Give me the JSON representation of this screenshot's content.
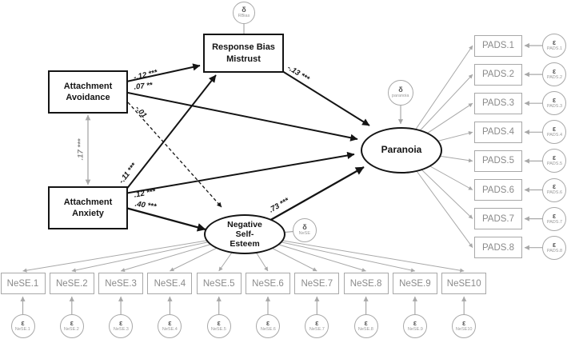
{
  "colors": {
    "structural": "#141414",
    "measurement": "#a8a8a8",
    "measurement_text": "#8a8a8a"
  },
  "nodes": {
    "attachment_avoidance": {
      "line1": "Attachment",
      "line2": "Avoidance"
    },
    "attachment_anxiety": {
      "line1": "Attachment",
      "line2": "Anxiety"
    },
    "response_bias_mistrust": {
      "line1": "Response Bias",
      "line2": "Mistrust"
    },
    "paranoia": {
      "label": "Paranoia"
    },
    "negative_self_esteem": {
      "line1": "Negative",
      "line2": "Self-",
      "line3": "Esteem"
    }
  },
  "disturbances": {
    "rbias": {
      "glyph": "δ",
      "label": "RBias"
    },
    "paranoia": {
      "glyph": "δ",
      "label": "paranoia"
    },
    "nese": {
      "glyph": "δ",
      "label": "NeSE"
    }
  },
  "coefficients": {
    "avoidance_to_response_bias": "-.12 ***",
    "avoidance_to_paranoia": ".07 **",
    "avoidance_to_self_esteem": "-.01",
    "avoidance_anxiety_covariance": ".17 ***",
    "anxiety_to_response_bias": "-.11 ***",
    "anxiety_to_paranoia": ".12 ***",
    "anxiety_to_self_esteem": ".40 ***",
    "response_bias_to_paranoia": "-.13 ***",
    "self_esteem_to_paranoia": ".73 ***"
  },
  "indicators": {
    "pads": [
      {
        "label": "PADS.1",
        "error_glyph": "ε",
        "error_label": "PADS.1"
      },
      {
        "label": "PADS.2",
        "error_glyph": "ε",
        "error_label": "PADS.2"
      },
      {
        "label": "PADS.3",
        "error_glyph": "ε",
        "error_label": "PADS.3"
      },
      {
        "label": "PADS.4",
        "error_glyph": "ε",
        "error_label": "PADS.4"
      },
      {
        "label": "PADS.5",
        "error_glyph": "ε",
        "error_label": "PADS.5"
      },
      {
        "label": "PADS.6",
        "error_glyph": "ε",
        "error_label": "PADS.6"
      },
      {
        "label": "PADS.7",
        "error_glyph": "ε",
        "error_label": "PADS.7"
      },
      {
        "label": "PADS.8",
        "error_glyph": "ε",
        "error_label": "PADS.8"
      }
    ],
    "nese": [
      {
        "label": "NeSE.1",
        "error_glyph": "ε",
        "error_label": "NeSE.1"
      },
      {
        "label": "NeSE.2",
        "error_glyph": "ε",
        "error_label": "NeSE.2"
      },
      {
        "label": "NeSE.3",
        "error_glyph": "ε",
        "error_label": "NeSE.3"
      },
      {
        "label": "NeSE.4",
        "error_glyph": "ε",
        "error_label": "NeSE.4"
      },
      {
        "label": "NeSE.5",
        "error_glyph": "ε",
        "error_label": "NeSE.5"
      },
      {
        "label": "NeSE.6",
        "error_glyph": "ε",
        "error_label": "NeSE.6"
      },
      {
        "label": "NeSE.7",
        "error_glyph": "ε",
        "error_label": "NeSE.7"
      },
      {
        "label": "NeSE.8",
        "error_glyph": "ε",
        "error_label": "NeSE.8"
      },
      {
        "label": "NeSE.9",
        "error_glyph": "ε",
        "error_label": "NeSE.9"
      },
      {
        "label": "NeSE10",
        "error_glyph": "ε",
        "error_label": "NeSE10"
      }
    ]
  }
}
